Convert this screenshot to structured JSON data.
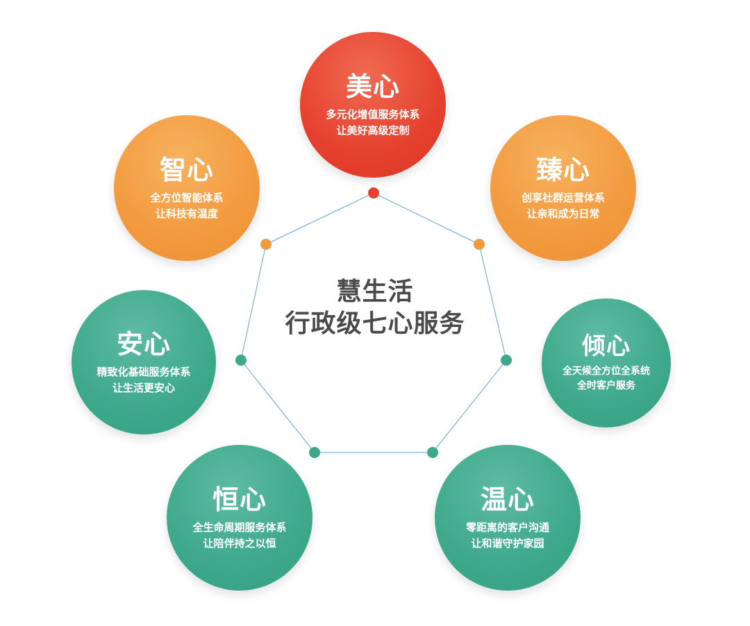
{
  "center": {
    "line1": "慧生活",
    "line2": "行政级七心服务"
  },
  "nodes": {
    "meixin": {
      "name": "美心",
      "line1": "多元化增值服务体系",
      "line2": "让美好高级定制"
    },
    "zhixin": {
      "name": "智心",
      "line1": "全方位智能体系",
      "line2": "让科技有温度"
    },
    "zhenxin": {
      "name": "臻心",
      "line1": "创享社群运营体系",
      "line2": "让亲和成为日常"
    },
    "anxin": {
      "name": "安心",
      "line1": "精致化基础服务体系",
      "line2": "让生活更安心"
    },
    "qingxin": {
      "name": "倾心",
      "line1": "全天候全方位全系统",
      "line2": "全时客户服务"
    },
    "hengxin": {
      "name": "恒心",
      "line1": "全生命周期服务体系",
      "line2": "让陪伴持之以恒"
    },
    "wenxin": {
      "name": "温心",
      "line1": "零距离的客户沟通",
      "line2": "让和谐守护家园"
    }
  },
  "colors": {
    "red": "#e5412f",
    "orange": "#f29a3f",
    "green": "#3ea88b",
    "connector_line": "#7fb6d6",
    "center_text": "#4a4a4a"
  }
}
